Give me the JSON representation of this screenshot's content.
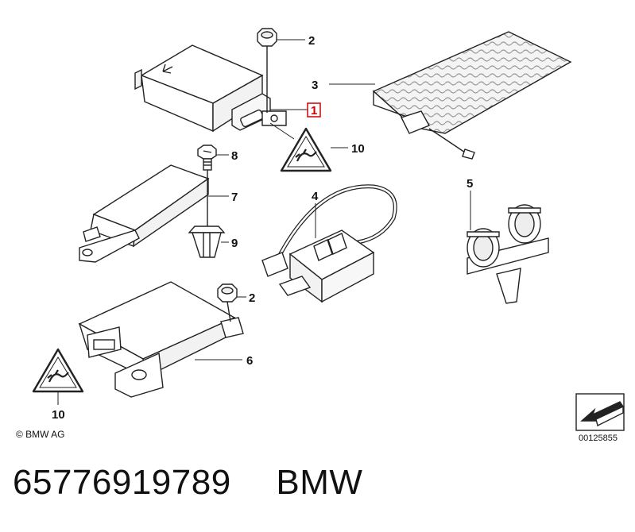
{
  "diagram": {
    "callouts": {
      "c1": "1",
      "c2a": "2",
      "c2b": "2",
      "c3": "3",
      "c4": "4",
      "c5": "5",
      "c6": "6",
      "c7": "7",
      "c8": "8",
      "c9": "9",
      "c10a": "10",
      "c10b": "10"
    },
    "highlight_callout": "1",
    "highlight_color": "#d00000",
    "line_color": "#222222",
    "copyright": "© BMW AG",
    "reference_code": "00125855"
  },
  "footer": {
    "part_number": "65776919789",
    "brand": "BMW"
  }
}
